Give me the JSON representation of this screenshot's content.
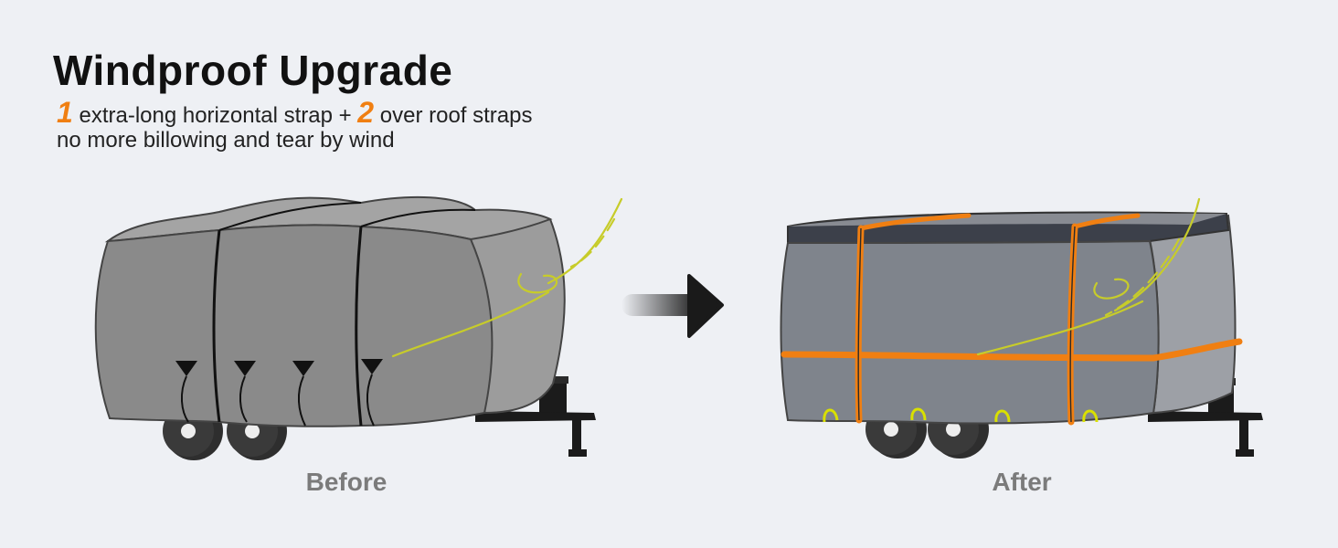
{
  "header": {
    "title": "Windproof Upgrade",
    "line1": {
      "num1": "1",
      "text1": " extra-long horizontal strap + ",
      "num2": "2",
      "text2": " over roof straps"
    },
    "line2": "no more billowing and tear by wind"
  },
  "panels": {
    "before_label": "Before",
    "after_label": "After"
  },
  "colors": {
    "background": "#eef0f4",
    "accent_orange": "#f07f12",
    "wind_yellow": "#c7cc2a",
    "cover_gray": "#8a8a8a",
    "roof_dark": "#3c404a"
  },
  "icons": {
    "arrow": "arrow-right-icon"
  }
}
